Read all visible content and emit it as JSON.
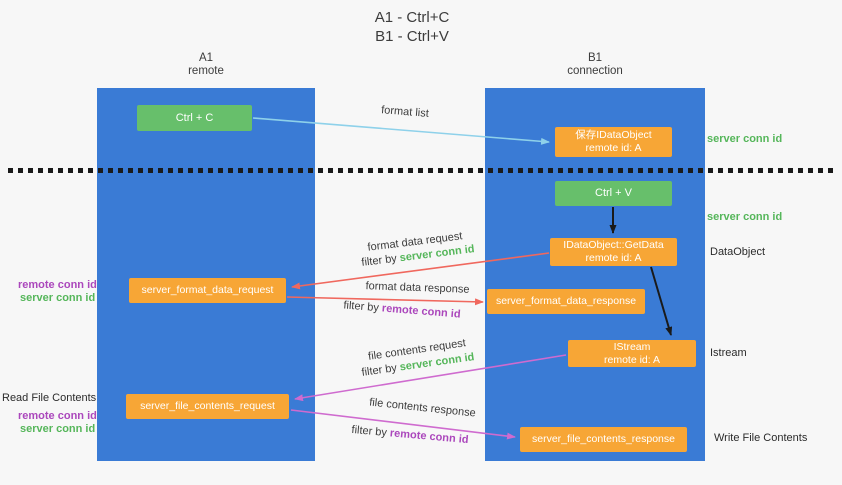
{
  "title": {
    "line1": "A1 - Ctrl+C",
    "line2": "B1 - Ctrl+V"
  },
  "columns": {
    "left": {
      "title": "A1",
      "subtitle": "remote"
    },
    "right": {
      "title": "B1",
      "subtitle": "connection"
    }
  },
  "boxes": {
    "ctrl_c": "Ctrl + C",
    "ctrl_v": "Ctrl + V",
    "save_dataobject": {
      "line1": "保存IDataObject",
      "line2": "remote id: A"
    },
    "getdata": {
      "line1": "IDataObject::GetData",
      "line2": "remote id: A"
    },
    "istream": {
      "line1": "IStream",
      "line2": "remote id: A"
    },
    "server_format_data_request": "server_format_data_request",
    "server_format_data_response": "server_format_data_response",
    "server_file_contents_request": "server_file_contents_request",
    "server_file_contents_response": "server_file_contents_response"
  },
  "arrow_labels": {
    "format_list": "format list",
    "format_data_request": "format data request",
    "format_data_response": "format data response",
    "file_contents_request": "file contents request",
    "file_contents_response": "file contents response",
    "filter_by": "filter by"
  },
  "side_labels": {
    "server_conn_id": "server conn id",
    "remote_conn_id": "remote conn id",
    "dataobject": "DataObject",
    "istream": "Istream",
    "read_file_contents": "Read File Contents",
    "write_file_contents": "Write File Contents"
  },
  "colors": {
    "column_blue": "#3a7bd5",
    "box_green": "#67bf6b",
    "box_orange": "#f7a636",
    "green_text": "#55b65a",
    "purple_text": "#ab47bc",
    "arrow_lightblue": "#8ed1ea",
    "arrow_red": "#f0685e",
    "arrow_pink": "#cf6bcf",
    "arrow_black": "#1a1a1a"
  }
}
